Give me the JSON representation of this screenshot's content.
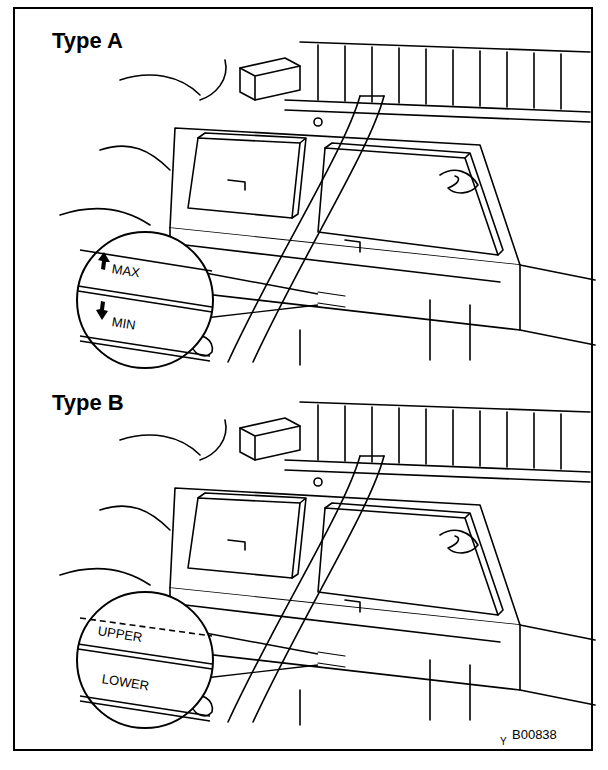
{
  "diagram": {
    "labels": [
      "Type A",
      "MAX",
      "MIN",
      "Type B",
      "UPPER",
      "LOWER",
      "Y",
      "B00838"
    ]
  }
}
